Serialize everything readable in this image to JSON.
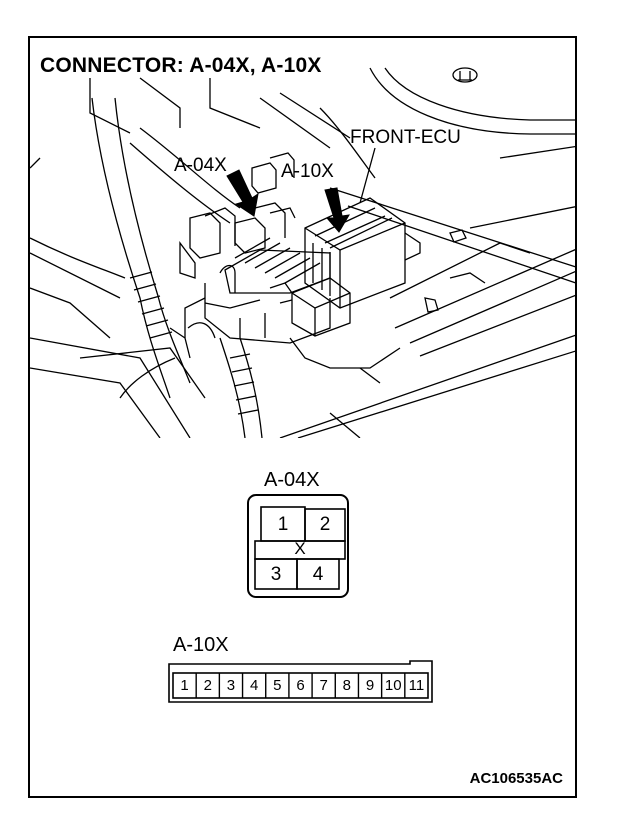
{
  "title": "CONNECTOR: A-04X, A-10X",
  "photo_labels": {
    "a04x": "A-04X",
    "a10x": "A-10X",
    "front_ecu": "FRONT-ECU"
  },
  "connector_a04x": {
    "name": "A-04X",
    "pins": [
      "1",
      "2",
      "X",
      "3",
      "4"
    ]
  },
  "connector_a10x": {
    "name": "A-10X",
    "pins": [
      "1",
      "2",
      "3",
      "4",
      "5",
      "6",
      "7",
      "8",
      "9",
      "10",
      "11"
    ]
  },
  "figure_code": "AC106535AC"
}
